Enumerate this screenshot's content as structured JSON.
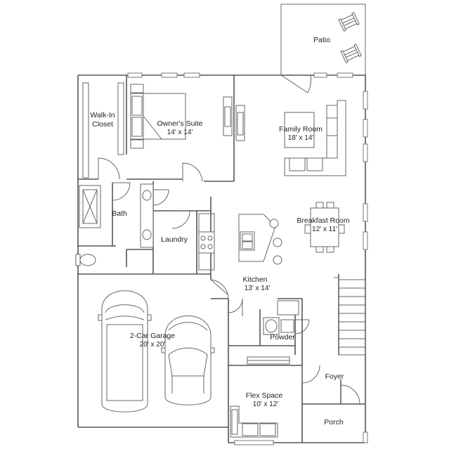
{
  "rooms": {
    "patio": {
      "name": "Patio"
    },
    "walk_in_closet": {
      "name_line1": "Walk-In",
      "name_line2": "Closet"
    },
    "owners_suite": {
      "name": "Owner's Suite",
      "dims": "14' x 14'"
    },
    "family_room": {
      "name": "Family Room",
      "dims": "18' x 14'"
    },
    "bath": {
      "name": "Bath"
    },
    "laundry": {
      "name": "Laundry"
    },
    "breakfast_room": {
      "name": "Breakfast Room",
      "dims": "12' x 11'"
    },
    "kitchen": {
      "name": "Kitchen",
      "dims": "13' x 14'"
    },
    "garage": {
      "name": "2-Car Garage",
      "dims": "20' x 20'"
    },
    "powder": {
      "name": "Powder"
    },
    "foyer": {
      "name": "Foyer"
    },
    "flex_space": {
      "name": "Flex Space",
      "dims": "10' x 12'"
    },
    "porch": {
      "name": "Porch"
    }
  },
  "colors": {
    "wall": "#555555",
    "background": "#ffffff",
    "text": "#222222"
  }
}
